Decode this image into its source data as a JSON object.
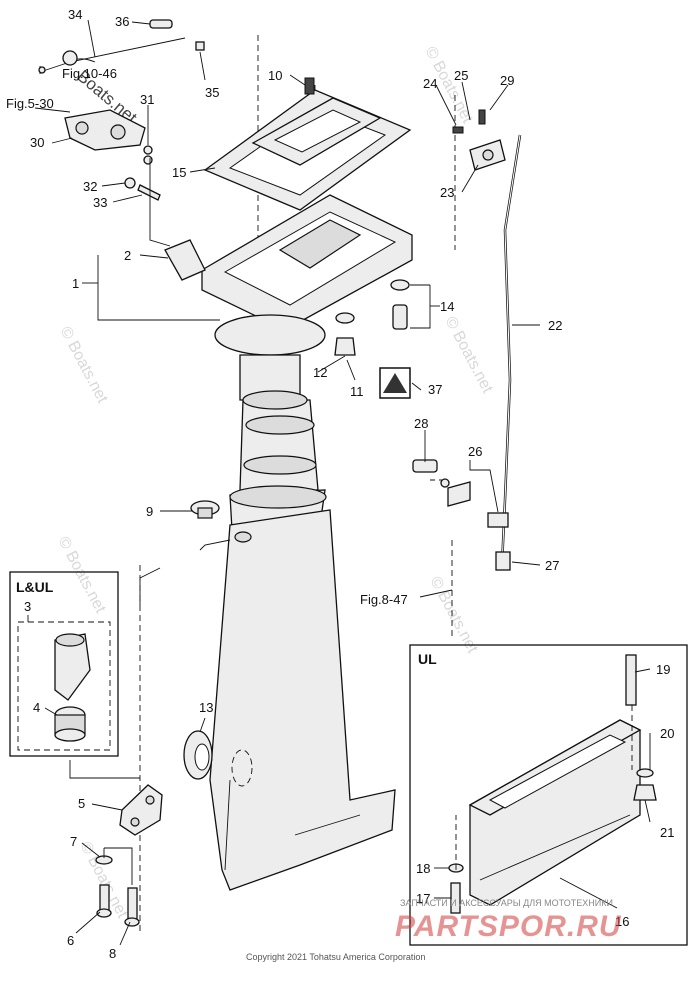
{
  "part_labels": {
    "p1": "1",
    "p2": "2",
    "p3": "3",
    "p4": "4",
    "p5": "5",
    "p6": "6",
    "p7": "7",
    "p8": "8",
    "p9": "9",
    "p10": "10",
    "p11": "11",
    "p12": "12",
    "p13": "13",
    "p14": "14",
    "p15": "15",
    "p16": "16",
    "p17": "17",
    "p18": "18",
    "p19": "19",
    "p20": "20",
    "p21": "21",
    "p22": "22",
    "p23": "23",
    "p24": "24",
    "p25": "25",
    "p26": "26",
    "p27": "27",
    "p28": "28",
    "p29": "29",
    "p30": "30",
    "p31": "31",
    "p32": "32",
    "p33": "33",
    "p34": "34",
    "p35": "35",
    "p36": "36",
    "p37": "37"
  },
  "figure_refs": {
    "fig_10_46": "Fig.10-46",
    "fig_5_30": "Fig.5-30",
    "fig_8_47": "Fig.8-47"
  },
  "insets": {
    "l_ul": "L&UL",
    "ul": "UL"
  },
  "watermarks": {
    "boats_net": "Boats.net",
    "boats_net_c": "© Boats.net",
    "parts_site_caption": "ЗАПЧАСТИ И АКСЕССУАРЫ ДЛЯ МОТОТЕХНИКИ",
    "parts_site_brand": "PARTSPOR.RU"
  },
  "copyright": "Copyright 2021 Tohatsu America Corporation"
}
